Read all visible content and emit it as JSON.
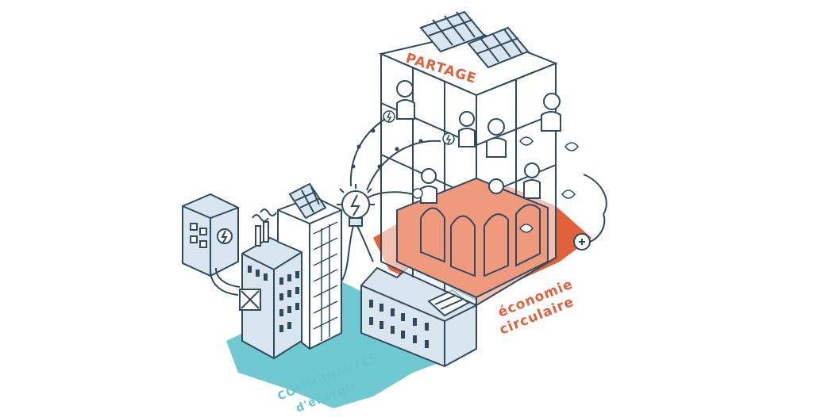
{
  "labels": {
    "partage": "PARTAGE",
    "economie_line1": "économie",
    "economie_line2": "circulaire",
    "communautes_line1": "COMMUNAUTÉS",
    "communautes_line2": "d'énergie"
  },
  "colors": {
    "ink": "#2f4a5e",
    "orange": "#e2603a",
    "orange_light": "#ef9a7c",
    "teal": "#66c7cd",
    "teal_light": "#bfe7ea",
    "panel": "#d9e6ef",
    "building_fill": "#ffffff"
  },
  "icons": [
    "lightning-bulb-icon",
    "solar-panel-icon",
    "leaf-icon",
    "power-plug-icon",
    "meter-icon"
  ]
}
